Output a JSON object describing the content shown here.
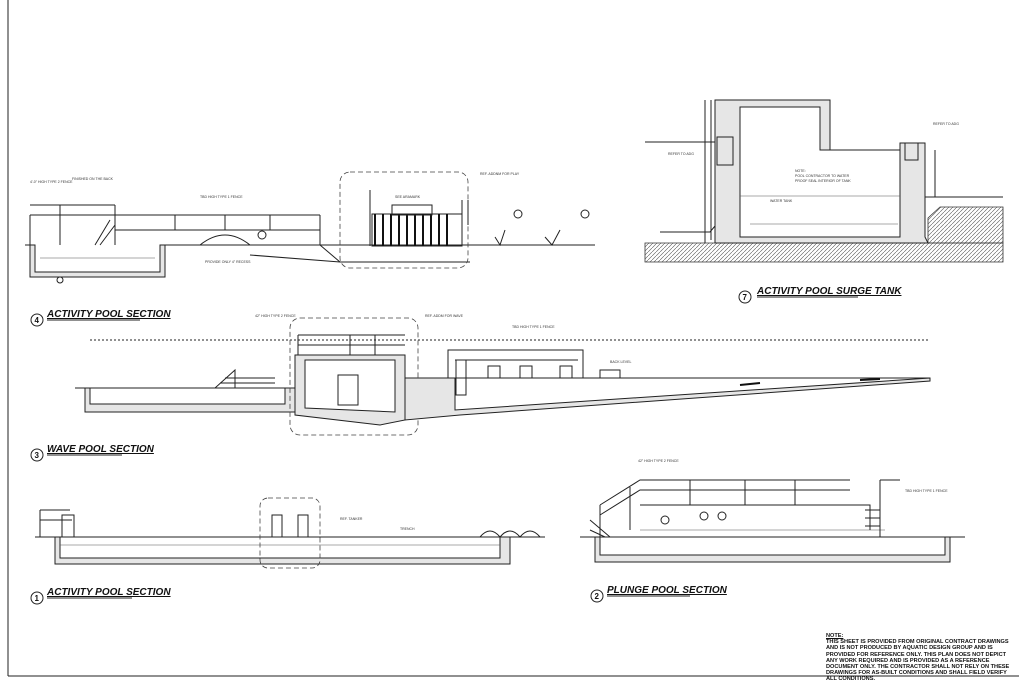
{
  "sheet": {
    "sections": [
      {
        "number": "4",
        "title": "ACTIVITY POOL SECTION"
      },
      {
        "number": "7",
        "title": "ACTIVITY POOL SURGE TANK"
      },
      {
        "number": "3",
        "title": "WAVE POOL SECTION"
      },
      {
        "number": "1",
        "title": "ACTIVITY POOL SECTION"
      },
      {
        "number": "2",
        "title": "PLUNGE POOL SECTION"
      }
    ],
    "note": {
      "heading": "NOTE:",
      "body": "THIS SHEET IS PROVIDED FROM ORIGINAL CONTRACT DRAWINGS AND IS NOT PRODUCED BY AQUATIC DESIGN GROUP AND IS PROVIDED FOR REFERENCE ONLY. THIS PLAN DOES NOT DEPICT ANY WORK REQUIRED AND IS PROVIDED AS A REFERENCE DOCUMENT ONLY. THE CONTRACTOR SHALL NOT RELY ON THESE DRAWINGS FOR AS-BUILT CONDITIONS AND SHALL FIELD VERIFY ALL CONDITIONS."
    }
  }
}
